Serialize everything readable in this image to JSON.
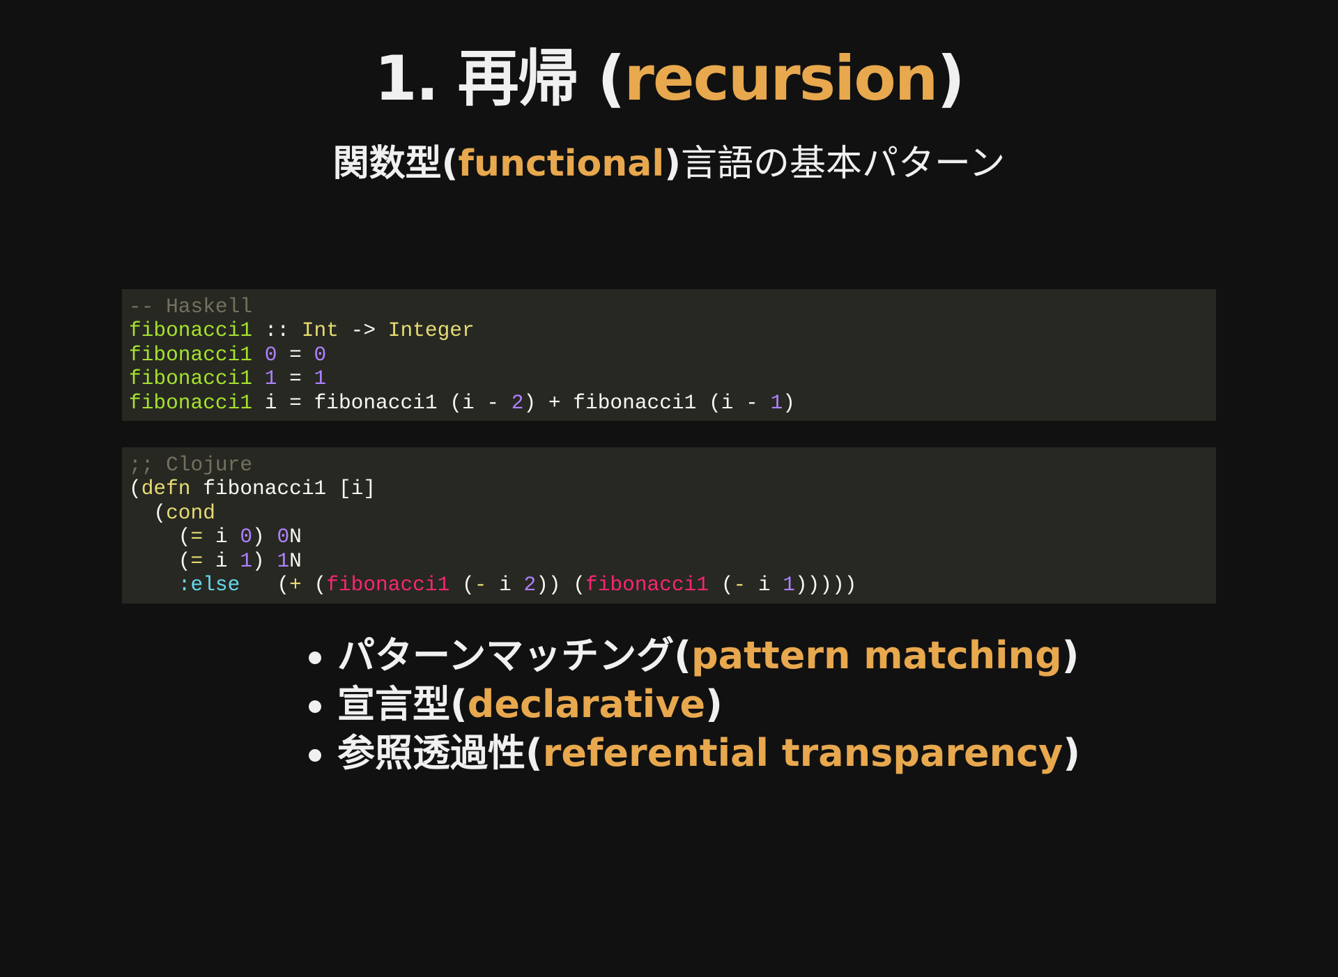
{
  "title": {
    "prefix": "1. 再帰 (",
    "accent": "recursion",
    "suffix": ")"
  },
  "subtitle": {
    "bold": "関数型(",
    "accent": "functional",
    "bold_close": ")",
    "rest": "言語の基本パターン"
  },
  "code_blocks": [
    {
      "language": "Haskell",
      "lines": [
        [
          [
            "c",
            "-- Haskell"
          ]
        ],
        [
          [
            "g",
            "fibonacci1"
          ],
          [
            "w",
            " :: "
          ],
          [
            "y",
            "Int"
          ],
          [
            "w",
            " -> "
          ],
          [
            "y",
            "Integer"
          ]
        ],
        [
          [
            "g",
            "fibonacci1"
          ],
          [
            "w",
            " "
          ],
          [
            "p",
            "0"
          ],
          [
            "w",
            " = "
          ],
          [
            "p",
            "0"
          ]
        ],
        [
          [
            "g",
            "fibonacci1"
          ],
          [
            "w",
            " "
          ],
          [
            "p",
            "1"
          ],
          [
            "w",
            " = "
          ],
          [
            "p",
            "1"
          ]
        ],
        [
          [
            "g",
            "fibonacci1"
          ],
          [
            "w",
            " i = fibonacci1 (i - "
          ],
          [
            "p",
            "2"
          ],
          [
            "w",
            ") + fibonacci1 (i - "
          ],
          [
            "p",
            "1"
          ],
          [
            "w",
            ")"
          ]
        ]
      ]
    },
    {
      "language": "Clojure",
      "lines": [
        [
          [
            "c",
            ";; Clojure"
          ]
        ],
        [
          [
            "w",
            "("
          ],
          [
            "y",
            "defn"
          ],
          [
            "w",
            " fibonacci1 [i]"
          ]
        ],
        [
          [
            "w",
            "  ("
          ],
          [
            "y",
            "cond"
          ]
        ],
        [
          [
            "w",
            "    ("
          ],
          [
            "y",
            "="
          ],
          [
            "w",
            " i "
          ],
          [
            "p",
            "0"
          ],
          [
            "w",
            ") "
          ],
          [
            "p",
            "0"
          ],
          [
            "w",
            "N"
          ]
        ],
        [
          [
            "w",
            "    ("
          ],
          [
            "y",
            "="
          ],
          [
            "w",
            " i "
          ],
          [
            "p",
            "1"
          ],
          [
            "w",
            ") "
          ],
          [
            "p",
            "1"
          ],
          [
            "w",
            "N"
          ]
        ],
        [
          [
            "k",
            "    :else"
          ],
          [
            "w",
            "   ("
          ],
          [
            "y",
            "+"
          ],
          [
            "w",
            " ("
          ],
          [
            "r",
            "fibonacci1"
          ],
          [
            "w",
            " ("
          ],
          [
            "y",
            "-"
          ],
          [
            "w",
            " i "
          ],
          [
            "p",
            "2"
          ],
          [
            "w",
            ")) ("
          ],
          [
            "r",
            "fibonacci1"
          ],
          [
            "w",
            " ("
          ],
          [
            "y",
            "-"
          ],
          [
            "w",
            " i "
          ],
          [
            "p",
            "1"
          ],
          [
            "w",
            ")))))"
          ]
        ]
      ]
    }
  ],
  "bullets": [
    {
      "jp": "パターンマッチング(",
      "en": "pattern matching",
      "close": ")"
    },
    {
      "jp": "宣言型(",
      "en": "declarative",
      "close": ")"
    },
    {
      "jp": "参照透過性(",
      "en": "referential transparency",
      "close": ")"
    }
  ],
  "colors": {
    "background": "#111111",
    "code_bg": "#272822",
    "accent": "#e8a84e"
  }
}
